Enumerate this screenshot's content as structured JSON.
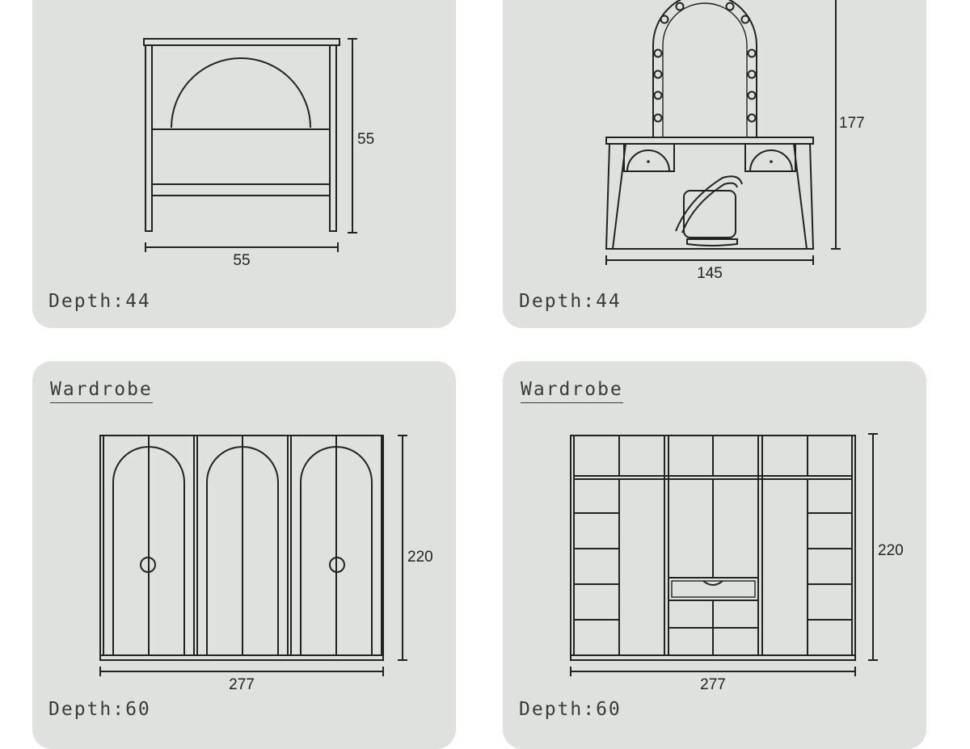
{
  "panels": [
    {
      "id": "nightstand",
      "title": "",
      "width": "55",
      "height": "55",
      "depth_label": "Depth:44"
    },
    {
      "id": "vanity",
      "title": "",
      "width": "145",
      "height": "177",
      "depth_label": "Depth:44"
    },
    {
      "id": "wardrobe-arched",
      "title": "Wardrobe",
      "width": "277",
      "height": "220",
      "depth_label": "Depth:60"
    },
    {
      "id": "wardrobe-open",
      "title": "Wardrobe",
      "width": "277",
      "height": "220",
      "depth_label": "Depth:60"
    }
  ],
  "colors": {
    "card_bg": "#dfe1df",
    "line": "#222222",
    "text": "#3a3a3a"
  }
}
